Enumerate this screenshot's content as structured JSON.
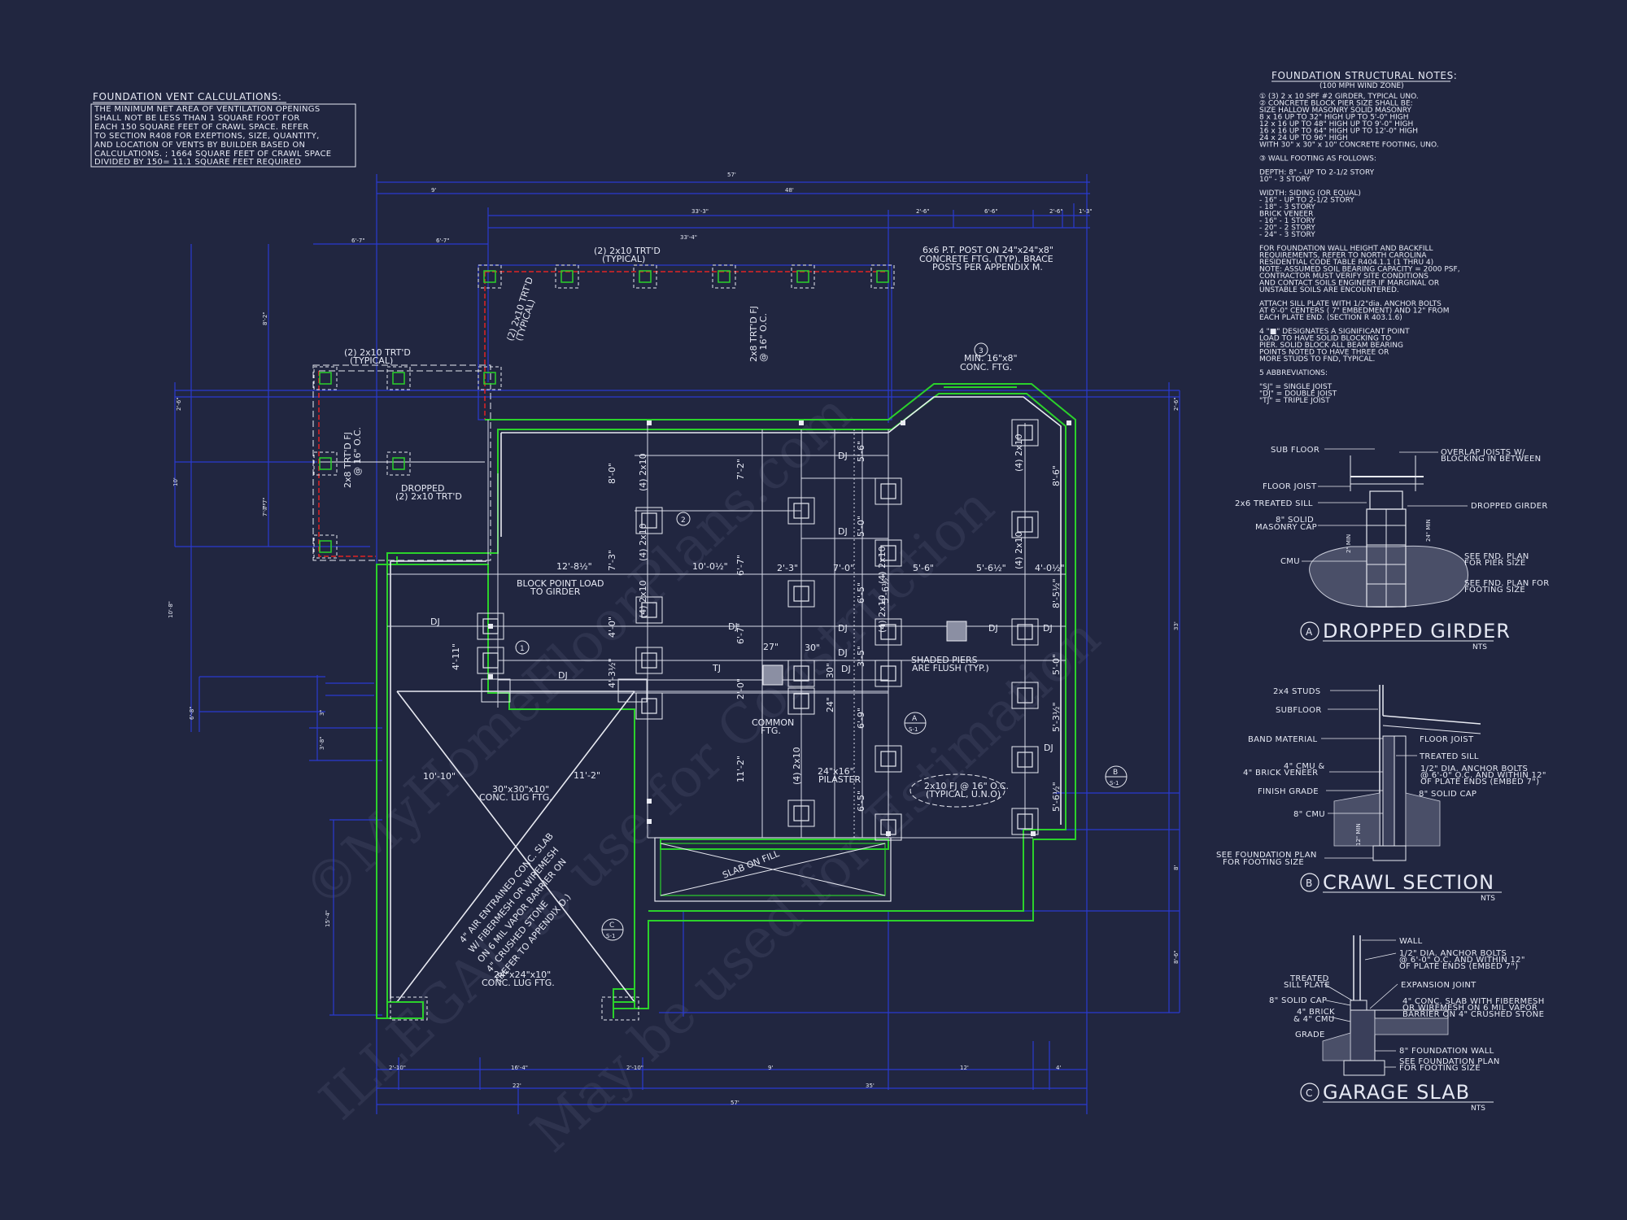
{
  "vent": {
    "title": "FOUNDATION VENT CALCULATIONS:",
    "lines": [
      "THE MINIMUM NET AREA OF VENTILATION OPENINGS",
      "SHALL NOT BE LESS THAN 1 SQUARE FOOT FOR",
      "EACH 150 SQUARE FEET OF CRAWL SPACE. REFER",
      "TO SECTION R408 FOR EXEPTIONS, SIZE, QUANTITY,",
      "AND LOCATION OF VENTS BY BUILDER BASED ON",
      "CALCULATIONS. ; 1664 SQUARE FEET OF CRAWL SPACE",
      "DIVIDED BY 150= 11.1 SQUARE FEET REQUIRED"
    ]
  },
  "notes": {
    "title": "FOUNDATION STRUCTURAL NOTES:",
    "subtitle": "(100 MPH WIND ZONE)",
    "lines": [
      "① (3) 2 x 10 SPF #2 GIRDER, TYPICAL UNO.",
      "② CONCRETE BLOCK PIER SIZE SHALL BE:",
      "   SIZE     HALLOW MASONRY  SOLID MASONRY",
      "   8 x 16     UP TO 32\" HIGH   UP TO 5'-0\" HIGH",
      "   12 x 16    UP TO 48\" HIGH   UP TO 9'-0\" HIGH",
      "   16 x 16    UP TO 64\" HIGH   UP TO 12'-0\" HIGH",
      "   24 x 24    UP TO 96\" HIGH",
      "   WITH 30\" x 30\" x 10\" CONCRETE FOOTING, UNO.",
      "",
      "③ WALL FOOTING AS FOLLOWS:",
      "",
      "   DEPTH: 8\" - UP TO 2-1/2 STORY",
      "          10\" - 3 STORY",
      "",
      "   WIDTH: SIDING (OR EQUAL)",
      "              - 16\" - UP TO 2-1/2 STORY",
      "              - 18\" - 3 STORY",
      "          BRICK VENEER",
      "              - 16\" - 1 STORY",
      "              - 20\" - 2 STORY",
      "              - 24\" - 3 STORY",
      "",
      "   FOR FOUNDATION WALL HEIGHT AND BACKFILL",
      "   REQUIREMENTS, REFER TO NORTH CAROLINA",
      "   RESIDENTIAL CODE TABLE R404.1.1 (1 THRU 4)",
      "   NOTE: ASSUMED SOIL BEARING CAPACITY = 2000 PSF,",
      "   CONTRACTOR MUST VERIFY SITE CONDITIONS",
      "   AND CONTACT SOILS ENGINEER IF MARGINAL OR",
      "   UNSTABLE SOILS ARE ENCOUNTERED.",
      "",
      "   ATTACH SILL PLATE WITH 1/2\"dia. ANCHOR BOLTS",
      "   AT 6'-0\" CENTERS ( 7\" EMBEDMENT) AND 12\" FROM",
      "   EACH PLATE END. (SECTION R 403.1.6)",
      "",
      "4  \"■\" DESIGNATES A SIGNIFICANT POINT",
      "   LOAD TO HAVE SOLID BLOCKING TO",
      "   PIER. SOLID BLOCK ALL BEAM BEARING",
      "   POINTS NOTED TO HAVE THREE OR",
      "   MORE STUDS TO FND, TYPICAL.",
      "",
      "5  ABBREVIATIONS:",
      "",
      "   \"SJ\" = SINGLE JOIST",
      "   \"DJ\" = DOUBLE JOIST",
      "   \"TJ\" = TRIPLE JOIST"
    ]
  },
  "detailA": {
    "letter": "A",
    "title": "DROPPED GIRDER",
    "scale": "NTS",
    "labels": [
      "SUB FLOOR",
      "FLOOR JOIST",
      "2x6 TREATED SILL",
      "8\" SOLID",
      "MASONRY CAP",
      "CMU",
      "OVERLAP JOISTS W/",
      "BLOCKING IN BETWEEN",
      "DROPPED GIRDER",
      "SEE FND. PLAN",
      "FOR PIER SIZE",
      "SEE FND. PLAN FOR",
      "FOOTING SIZE",
      "2\" MIN",
      "24\" MIN"
    ]
  },
  "detailB": {
    "letter": "B",
    "title": "CRAWL SECTION",
    "scale": "NTS",
    "labels": [
      "2x4 STUDS",
      "SUBFLOOR",
      "BAND MATERIAL",
      "FLOOR JOIST",
      "TREATED SILL",
      "4\" CMU &",
      "4\" BRICK VENEER",
      "1/2\" DIA. ANCHOR BOLTS",
      "@ 6'-0\" O.C. AND WITHIN 12\"",
      "OF PLATE ENDS (EMBED 7\")",
      "FINISH GRADE",
      "8\" SOLID CAP",
      "8\" CMU",
      "SEE FOUNDATION PLAN",
      "FOR FOOTING SIZE",
      "12\" MIN"
    ]
  },
  "detailC": {
    "letter": "C",
    "title": "GARAGE SLAB",
    "scale": "NTS",
    "labels": [
      "WALL",
      "1/2\" DIA. ANCHOR BOLTS",
      "@ 6'-0\" O.C. AND WITHIN 12\"",
      "OF PLATE ENDS (EMBED 7\")",
      "TREATED",
      "SILL PLATE",
      "EXPANSION JOINT",
      "8\" SOLID CAP",
      "4\" BRICK",
      "& 4\" CMU",
      "4\" CONC. SLAB WITH FIBERMESH",
      "OR WIREMESH ON 6 MIL VAPOR",
      "BARRIER ON 4\" CRUSHED STONE",
      "GRADE",
      "8\" FOUNDATION WALL",
      "SEE FOUNDATION PLAN",
      "FOR FOOTING SIZE"
    ]
  },
  "plan": {
    "dims_top": [
      "57'",
      "9'",
      "48'",
      "33'-3\"",
      "2'-6\"",
      "6'-6\"",
      "2'-6\"",
      "1'-3\"",
      "6'-7\"",
      "6'-7\"",
      "33'-4\""
    ],
    "dims_bottom": [
      "2'-10\"",
      "16'-4\"",
      "2'-10\"",
      "9'",
      "12'",
      "4'",
      "22'",
      "35'",
      "57'"
    ],
    "dims_left": [
      "8'-2\"",
      "2'-6\"",
      "7'-7\"",
      "10'",
      "7'-7\"",
      "10'-8\"",
      "6'-8\"",
      "3\"",
      "3'-8\"",
      "15'-4\""
    ],
    "dims_right": [
      "2'-6\"",
      "33'",
      "8'",
      "8'-6\""
    ],
    "labels": [
      "(2) 2x10 TRT'D",
      "(TYPICAL)",
      "(2) 2x10 TRT'D",
      "(TYPICAL)",
      "2x8 TRT'D FJ",
      "@ 16\" O.C.",
      "6x6 P.T. POST ON 24\"x24\"x8\"",
      "CONCRETE FTG. (TYP). BRACE",
      "POSTS PER APPENDIX M.",
      "MIN. 16\"x8\"",
      "CONC. FTG.",
      "(2) 2x10 TRT'D",
      "(TYPICAL)",
      "2x8 TRT'D FJ",
      "@ 16\" O.C.",
      "DROPPED",
      "(2) 2x10 TRT'D",
      "BLOCK POINT LOAD",
      "TO GIRDER",
      "SHADED PIERS",
      "ARE FLUSH (TYP.)",
      "COMMON",
      "FTG.",
      "24\"x16\"",
      "PILASTER",
      "2x10 FJ @ 16\" O.C.",
      "(TYPICAL, U.N.O)",
      "30\"x30\"x10\"",
      "CONC. LUG FTG.",
      "24\"x24\"x10\"",
      "CONC. LUG FTG.",
      "SLAB ON FILL",
      "4\" AIR ENTRAINED CONC. SLAB",
      "W/ FIBERMESH OR WIREMESH",
      "ON 6 MIL VAPOR BARRIER ON",
      "4\" CRUSHED STONE",
      "(REFER TO APPENDIX D.)"
    ],
    "joist_labels": [
      "DJ",
      "DJ",
      "DJ",
      "DJ",
      "DJ",
      "DJ",
      "DJ",
      "DJ",
      "DJ",
      "TJ",
      "DJ",
      "DJ"
    ],
    "girder_labels": [
      "(4) 2x10",
      "(4) 2x10",
      "(4) 2x10",
      "(4) 2x10",
      "(4) 2x10",
      "(4) 2x10",
      "(4) 2x10",
      "(4) 2x10"
    ],
    "int_dims": [
      "12'-8½\"",
      "10'-0½\"",
      "2'-3\"",
      "7'-0\"",
      "5'-6\"",
      "5'-6½\"",
      "4'-0½\"",
      "8'-0\"",
      "7'-2\"",
      "5'-6\"",
      "5'-0\"",
      "8'-6\"",
      "7'-3\"",
      "6'-7\"",
      "6'-5\"",
      "5'-6½\"",
      "8'-5½\"",
      "4'-0\"",
      "6'-7\"",
      "3'-5\"",
      "5'-0\"",
      "4'-3½\"",
      "2'-0\"",
      "6'-9\"",
      "5'-3½\"",
      "4'-11\"",
      "11'-2\"",
      "6'-5\"",
      "5'-6½\"",
      "27\"",
      "30\"",
      "30\"",
      "24\"",
      "10'-10\"",
      "11'-2\""
    ],
    "callouts": [
      "1",
      "2",
      "3",
      "A",
      "S-1",
      "B",
      "S-1",
      "C",
      "S-1"
    ]
  },
  "watermark": [
    "©MyHomeFloorPlans.com",
    "ILLEGAL to use for Construction",
    "May be used for Estimation"
  ]
}
